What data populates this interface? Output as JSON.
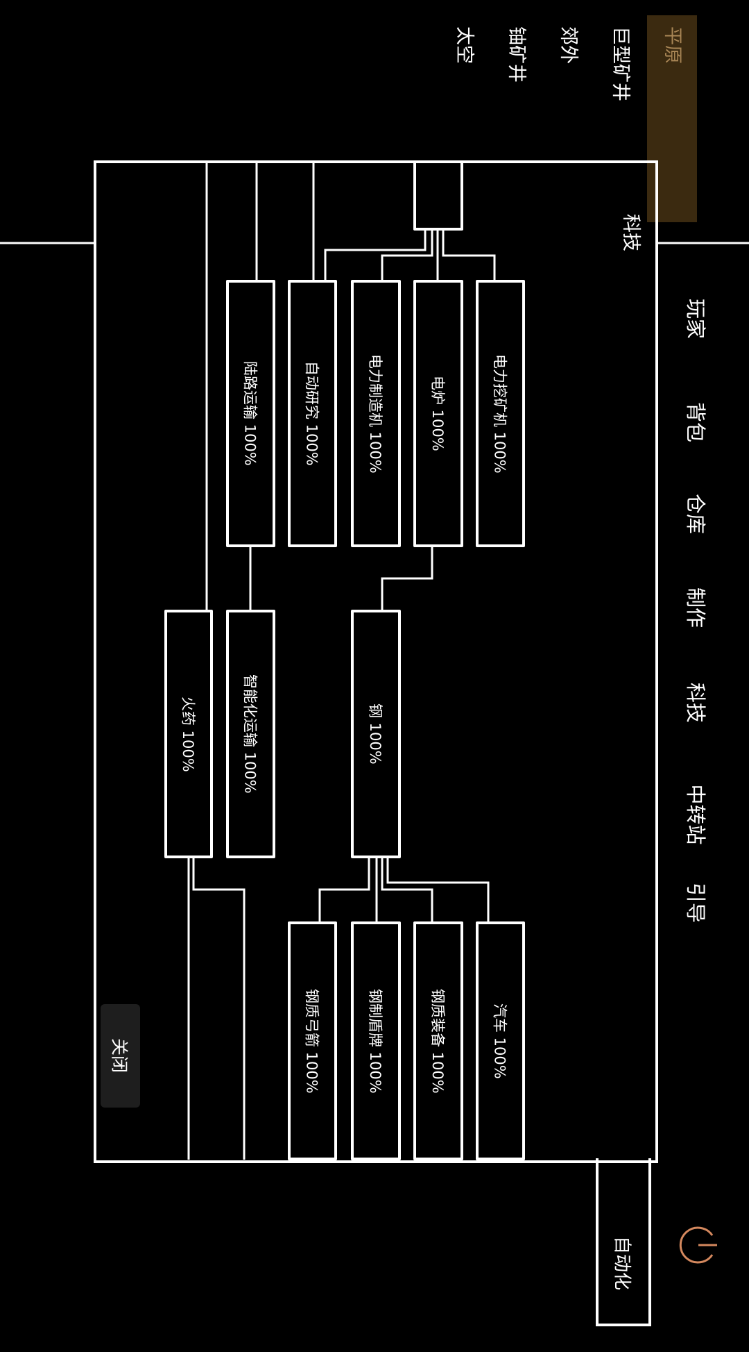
{
  "locations": {
    "selected": "平原",
    "items": [
      "平原",
      "巨型矿井",
      "郊外",
      "铀矿井",
      "太空"
    ]
  },
  "nav_tabs": [
    "玩家",
    "背包",
    "仓库",
    "制作",
    "科技",
    "中转站",
    "引导"
  ],
  "panel": {
    "title": "科技",
    "close_label": "关闭",
    "automation_label": "自动化"
  },
  "tech_nodes": {
    "root": "",
    "electric_miner": "电力挖矿机 100%",
    "electric_furnace": "电炉 100%",
    "electric_assembler": "电力制造机 100%",
    "auto_research": "自动研究 100%",
    "land_transport": "陆路运输 100%",
    "steel": "钢 100%",
    "smart_transport": "智能化运输 100%",
    "gunpowder": "火药 100%",
    "car": "汽车 100%",
    "steel_equipment": "钢质装备 100%",
    "steel_shield": "钢制盾牌 100%",
    "steel_bow": "钢质弓箭 100%"
  },
  "colors": {
    "highlight_bg": "#3b2a10",
    "highlight_text": "#a88555",
    "power_icon": "#d4885e",
    "close_bg": "#1e1e1e"
  },
  "icons": {
    "power": "power-icon"
  }
}
